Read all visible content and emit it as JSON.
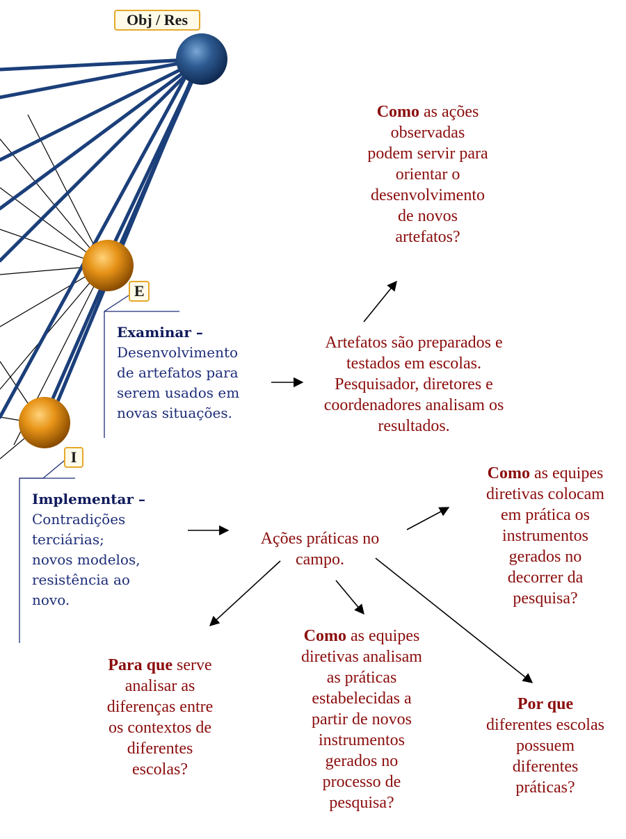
{
  "nodes": {
    "obj_res": {
      "label": "Obj / Res"
    },
    "examinar": {
      "label": "E"
    },
    "implementar": {
      "label": "I"
    }
  },
  "examinar_box": {
    "title": "Examinar –",
    "lines": [
      "Desenvolvimento",
      "de artefatos para",
      "serem usados em",
      "novas situações."
    ]
  },
  "implementar_box": {
    "title": "Implementar –",
    "lines": [
      "Contradições",
      "terciárias;",
      "novos modelos,",
      "resistência ao",
      "novo."
    ]
  },
  "texts": {
    "q_artefatos": {
      "bold": "Como",
      "rest": " as ações",
      "lines": [
        "observadas",
        "podem servir para",
        "orientar o",
        "desenvolvimento",
        "de novos",
        "artefatos?"
      ]
    },
    "artefatos_preparados": {
      "lines": [
        "Artefatos são preparados e",
        "testados em escolas.",
        "Pesquisador, diretores e",
        "coordenadores analisam os",
        "resultados."
      ]
    },
    "acoes_praticas": {
      "lines": [
        "Ações práticas no",
        "campo."
      ]
    },
    "q_equipes_colocam": {
      "bold": "Como",
      "rest": " as equipes",
      "lines": [
        "diretivas colocam",
        "em prática os",
        "instrumentos",
        "gerados no",
        "decorrer da",
        "pesquisa?"
      ]
    },
    "q_para_que": {
      "bold": "Para que",
      "rest": " serve",
      "lines": [
        "analisar as",
        "diferenças entre",
        "os contextos de",
        "diferentes",
        "escolas?"
      ]
    },
    "q_equipes_analisam": {
      "bold": "Como",
      "rest": " as equipes",
      "lines": [
        "diretivas analisam",
        "as práticas",
        "estabelecidas a",
        "partir de novos",
        "instrumentos",
        "gerados no",
        "processo de",
        "pesquisa?"
      ]
    },
    "q_por_que": {
      "bold": "Por que",
      "rest": "",
      "lines": [
        "diferentes escolas",
        "possuem",
        "diferentes",
        "práticas?"
      ]
    }
  },
  "colors": {
    "thick_line": "#1b3f7a",
    "red_text": "#8b0d0d",
    "blue_text": "#1d2c78",
    "label_border": "#e5a82a"
  }
}
